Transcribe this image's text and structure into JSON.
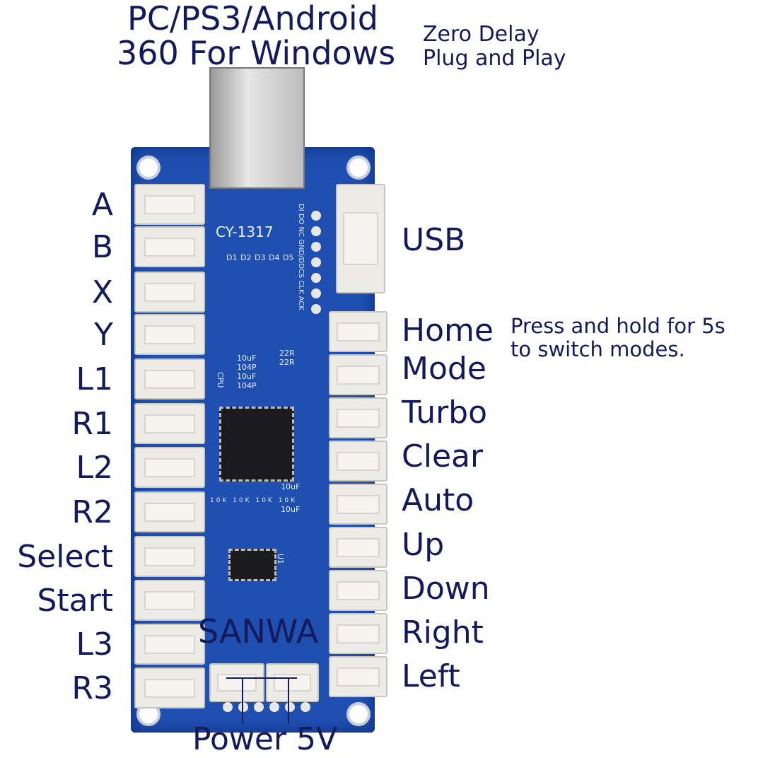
{
  "header": {
    "line1": "PC/PS3/Android",
    "line2": "360 For Windows",
    "note1": "Zero Delay",
    "note2": "Plug and Play"
  },
  "board": {
    "model": "CY-1317",
    "silk_pins": "DI DO NC GND/DDCS CLK ACK",
    "silk_leds": [
      "D1",
      "D2",
      "D3",
      "D4",
      "D5"
    ],
    "silk_caps": [
      "10uF",
      "104P",
      "10uF",
      "104P"
    ],
    "silk_res": [
      "22R",
      "22R"
    ],
    "silk_cpu": "CPU",
    "silk_u1": "U1",
    "silk_10uf": [
      "10uF",
      "10uF"
    ],
    "silk_10k": [
      "10K",
      "10K",
      "10K",
      "10K"
    ]
  },
  "left_labels": [
    "A",
    "B",
    "X",
    "Y",
    "L1",
    "R1",
    "L2",
    "R2",
    "Select",
    "Start",
    "L3",
    "R3"
  ],
  "right_labels": {
    "usb": "USB",
    "home": "Home",
    "mode": "Mode",
    "turbo": "Turbo",
    "clear": "Clear",
    "auto": "Auto",
    "up": "Up",
    "down": "Down",
    "right": "Right",
    "left": "Left"
  },
  "home_note1": "Press and hold for 5s",
  "home_note2": "to switch modes.",
  "sanwa": "SANWA",
  "power": "Power 5V",
  "colors": {
    "text": "#131a5c",
    "pcb": "#1f4fb0"
  }
}
